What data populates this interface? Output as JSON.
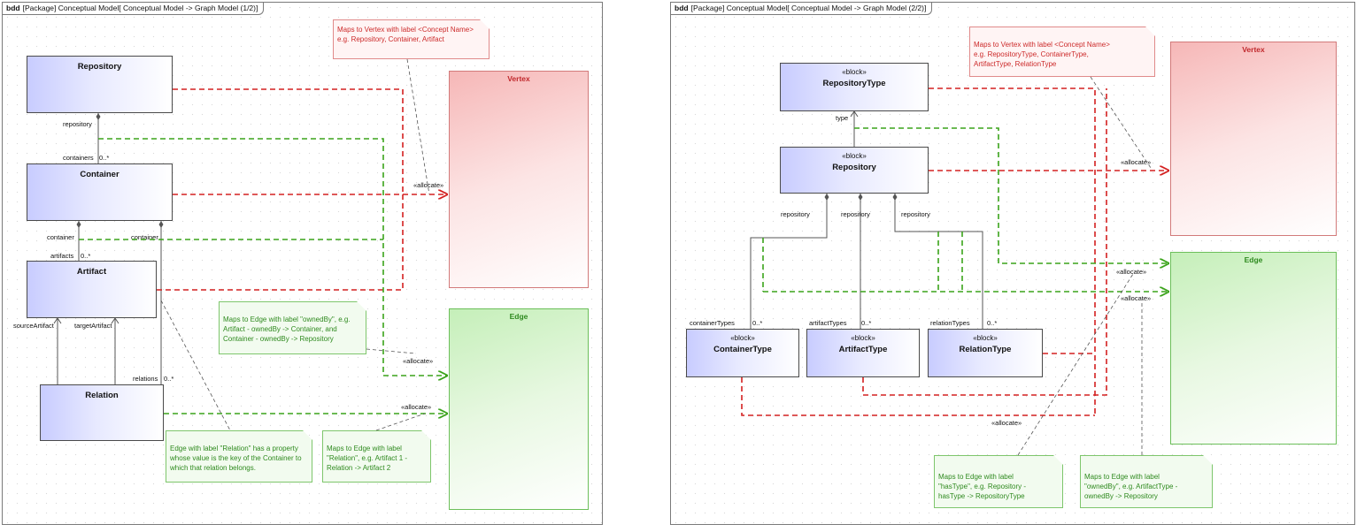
{
  "left": {
    "frame_keyword": "bdd",
    "frame_title": "[Package] Conceptual Model[ Conceptual Model -> Graph Model (1/2)]",
    "classes": {
      "repository": "Repository",
      "container": "Container",
      "artifact": "Artifact",
      "relation": "Relation"
    },
    "containers": {
      "vertex": "Vertex",
      "edge": "Edge"
    },
    "roles": {
      "repository": "repository",
      "containers": "containers",
      "containers_mult": "0..*",
      "container_a": "container",
      "container_b": "container",
      "artifacts": "artifacts",
      "artifacts_mult": "0..*",
      "source_artifact": "sourceArtifact",
      "target_artifact": "targetArtifact",
      "relations": "relations",
      "relations_mult": "0..*"
    },
    "allocate_labels": [
      "«allocate»",
      "«allocate»",
      "«allocate»"
    ],
    "notes": {
      "vertex_line1": "Maps to Vertex with label <Concept Name>",
      "vertex_line2": "e.g. Repository, Container, Artifact",
      "owned_by_line1": "Maps to Edge with label \"ownedBy\", e.g.",
      "owned_by_line2": "Artifact - ownedBy -> Container, and",
      "owned_by_line3": "Container - ownedBy -> Repository",
      "relation_prop_line1": "Edge with label \"Relation\" has a property",
      "relation_prop_line2": "whose value is the key of the Container to",
      "relation_prop_line3": "which that relation belongs.",
      "relation_edge_line1": "Maps to Edge with label",
      "relation_edge_line2": "\"Relation\", e.g. Artifact 1 -",
      "relation_edge_line3": "Relation -> Artifact 2"
    }
  },
  "right": {
    "frame_keyword": "bdd",
    "frame_title": "[Package] Conceptual Model[ Conceptual Model -> Graph Model (2/2)]",
    "stereotype": "«block»",
    "classes": {
      "repository_type": "RepositoryType",
      "repository": "Repository",
      "container_type": "ContainerType",
      "artifact_type": "ArtifactType",
      "relation_type": "RelationType"
    },
    "containers": {
      "vertex": "Vertex",
      "edge": "Edge"
    },
    "roles": {
      "type": "type",
      "repository_1": "repository",
      "repository_2": "repository",
      "repository_3": "repository",
      "container_types": "containerTypes",
      "container_types_mult": "0..*",
      "artifact_types": "artifactTypes",
      "artifact_types_mult": "0..*",
      "relation_types": "relationTypes",
      "relation_types_mult": "0..*"
    },
    "allocate_labels": [
      "«allocate»",
      "«allocate»",
      "«allocate»",
      "«allocate»"
    ],
    "notes": {
      "vertex_line1": "Maps to Vertex with label <Concept Name>",
      "vertex_line2": "e.g. RepositoryType, ContainerType,",
      "vertex_line3": "ArtifactType, RelationType",
      "has_type_line1": "Maps to Edge with label",
      "has_type_line2": "\"hasType\", e.g. Repository -",
      "has_type_line3": "hasType -> RepositoryType",
      "owned_by_line1": "Maps to Edge with label",
      "owned_by_line2": "\"ownedBy\", e.g. ArtifactType -",
      "owned_by_line3": "ownedBy -> Repository"
    }
  },
  "colors": {
    "vertex_red": "#d42020",
    "edge_green": "#3aa31a",
    "class_fill": "#c8ccff"
  }
}
